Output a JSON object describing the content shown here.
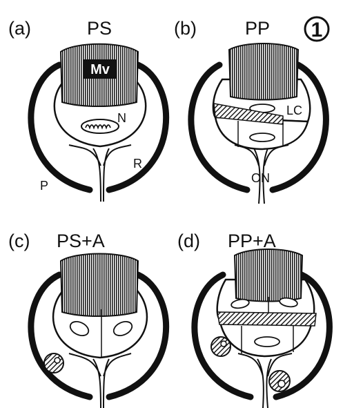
{
  "figure": {
    "number": "1"
  },
  "panels": {
    "a": {
      "letter": "(a)",
      "title": "PS",
      "labels": {
        "mv": "Mv",
        "n": "N",
        "r": "R",
        "p": "P"
      }
    },
    "b": {
      "letter": "(b)",
      "title": "PP",
      "labels": {
        "lc": "LC",
        "on": "ON"
      }
    },
    "c": {
      "letter": "(c)",
      "title": "PS+A"
    },
    "d": {
      "letter": "(d)",
      "title": "PP+A"
    }
  }
}
